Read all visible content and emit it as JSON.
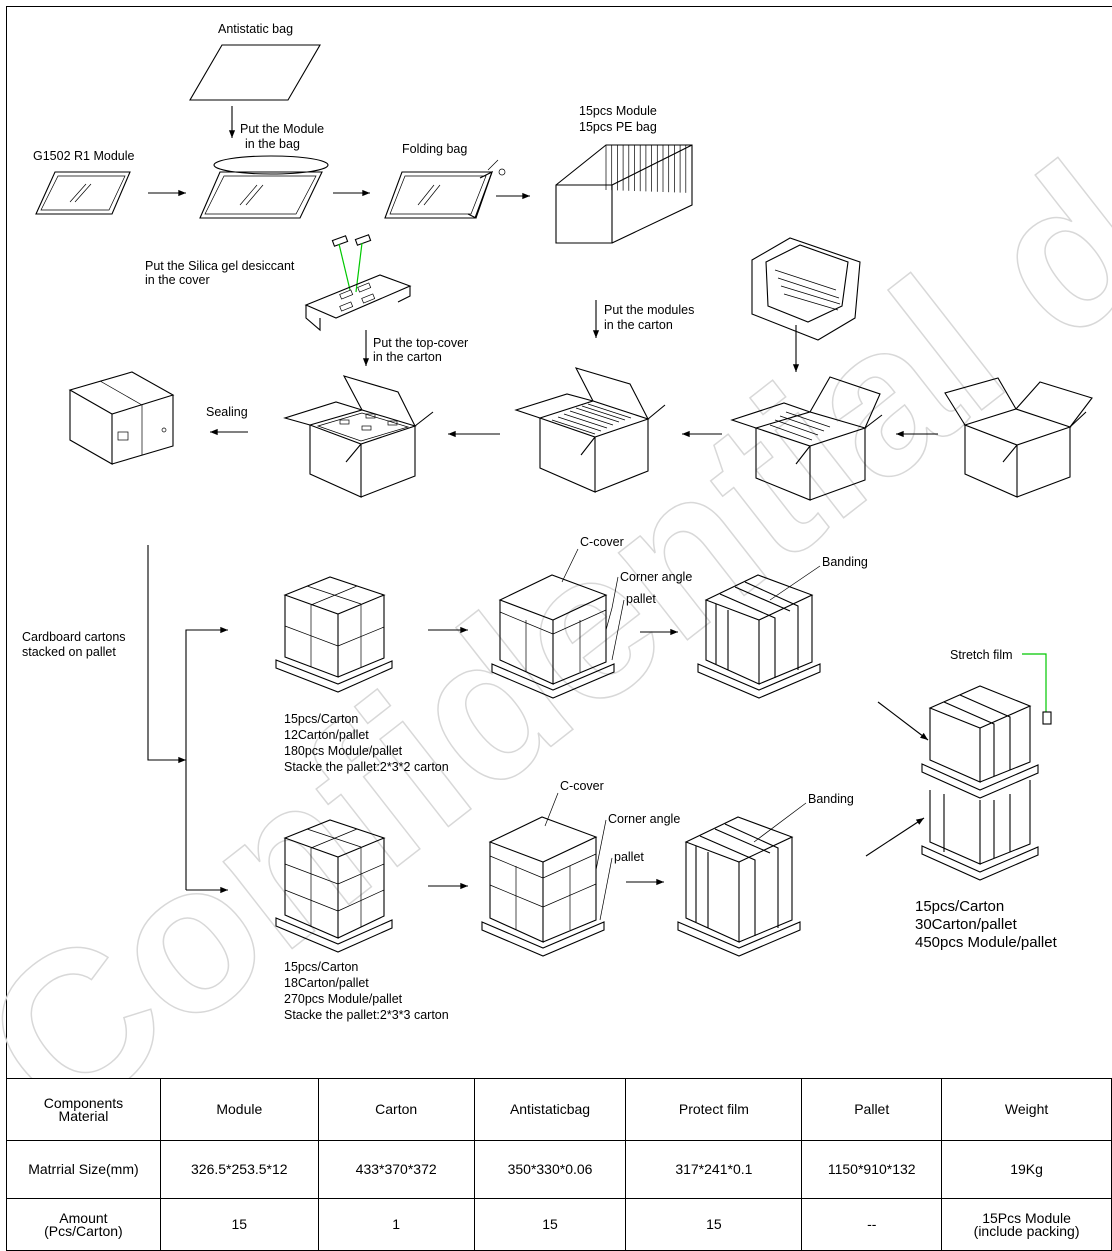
{
  "labels": {
    "antistatic_bag": "Antistatic bag",
    "put_module_1": "Put the Module",
    "put_module_2": "in the bag",
    "g1502": "G1502 R1 Module",
    "folding_bag": "Folding bag",
    "pcs_module": "15pcs Module",
    "pcs_pe": "15pcs PE bag",
    "silica_1": "Put the Silica gel desiccant",
    "silica_2": "in the cover",
    "topcover_1": "Put the top-cover",
    "topcover_2": "in the carton",
    "put_modules_1": "Put the modules",
    "put_modules_2": "in the carton",
    "sealing": "Sealing",
    "stack_1": "Cardboard cartons",
    "stack_2": "stacked on pallet",
    "c_cover": "C-cover",
    "corner_angle": "Corner angle",
    "pallet": "pallet",
    "banding": "Banding",
    "stretch_film": "Stretch film"
  },
  "option_a": [
    "15pcs/Carton",
    "12Carton/pallet",
    "180pcs Module/pallet",
    "Stacke the pallet:2*3*2 carton"
  ],
  "option_b": [
    "15pcs/Carton",
    "18Carton/pallet",
    "270pcs Module/pallet",
    "Stacke the pallet:2*3*3 carton"
  ],
  "final_summary": [
    "15pcs/Carton",
    "30Carton/pallet",
    "450pcs Module/pallet"
  ],
  "watermark": "Confidential document",
  "table": {
    "header": [
      [
        "Components",
        "Material"
      ],
      [
        "Module"
      ],
      [
        "Carton"
      ],
      [
        "Antistaticbag"
      ],
      [
        "Protect film"
      ],
      [
        "Pallet"
      ],
      [
        "Weight"
      ]
    ],
    "size_row": [
      [
        "Matrrial Size(mm)"
      ],
      [
        "326.5*253.5*12"
      ],
      [
        "433*370*372"
      ],
      [
        "350*330*0.06"
      ],
      [
        "317*241*0.1"
      ],
      [
        "1150*910*132"
      ],
      [
        "19Kg"
      ]
    ],
    "amount_row": [
      [
        "Amount",
        "(Pcs/Carton)"
      ],
      [
        "15"
      ],
      [
        "1"
      ],
      [
        "15"
      ],
      [
        "15"
      ],
      [
        "--"
      ],
      [
        "15Pcs Module",
        "(include packing)"
      ]
    ]
  }
}
